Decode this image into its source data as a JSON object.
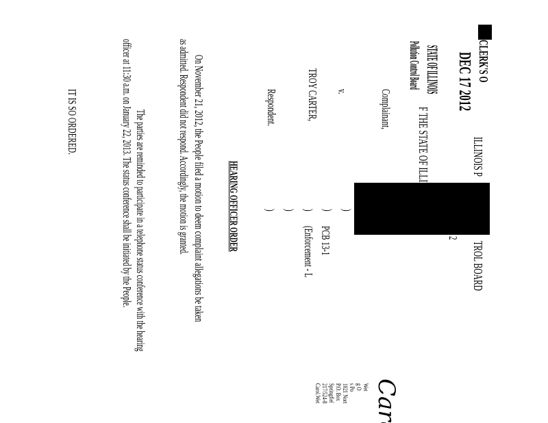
{
  "stamp": {
    "clerk": "CLERK'S O",
    "date": "DEC 17 2012",
    "state": "STATE OF ILLINOIS",
    "board": "Pollution Control Board"
  },
  "header": {
    "board_left": "ILLINOIS P",
    "board_right": "TROL BOARD",
    "fragment": "2"
  },
  "caption": {
    "party_line": "F THE STATE OF ILLIN",
    "complainant": "Complainant,",
    "versus": "v.",
    "respondent_name": "TROY CARTER,",
    "respondent": "Respondent.",
    "brackets": [
      ")",
      ")",
      ")",
      ")",
      ")"
    ],
    "case_number": "PCB 13-1",
    "case_type": "(Enforcement - L"
  },
  "title": "HEARING OFFICER ORDER",
  "paragraphs": [
    [
      "On November 21, 2012, the People filed a motion to deem complaint allegations be taken",
      "as admitted.  Respondent did not respond.  Accordingly, the motion is granted."
    ],
    [
      "The parties are reminded to participate in a telephone status conference with the hearing",
      "officer at 11:30 a.m. on January 22, 2013.  The status conference shall be initiated by the People."
    ]
  ],
  "closing": "IT IS SO ORDERED.",
  "signature": {
    "handwritten": "Carol",
    "lines": [
      "Wet",
      "g O",
      "s Po",
      "1021 Nort",
      "P.O. Box",
      "Springfiel",
      "217/524-8",
      "Carol.Wet"
    ]
  }
}
